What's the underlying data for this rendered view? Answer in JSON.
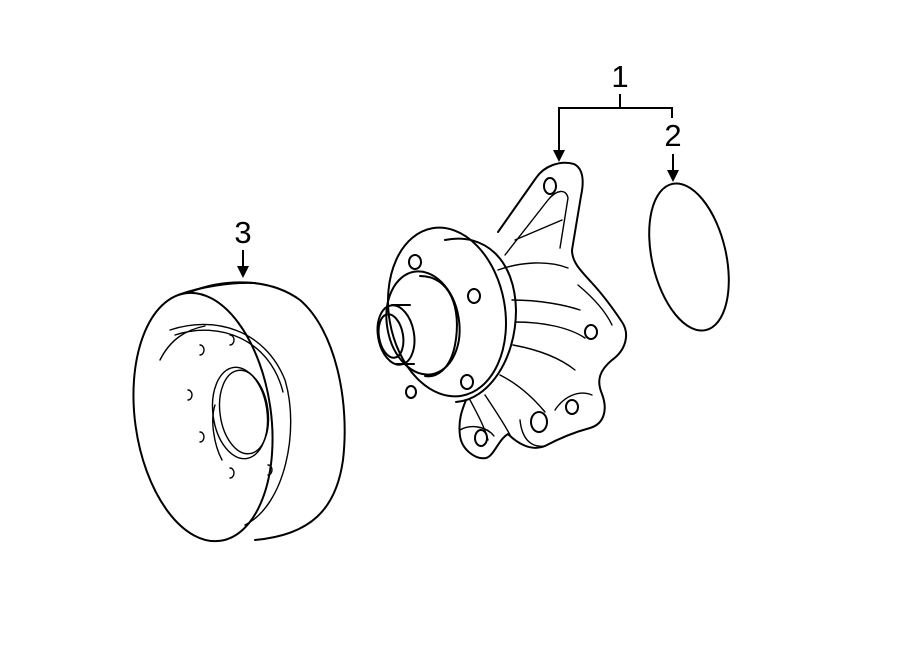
{
  "diagram": {
    "callouts": [
      {
        "id": "c1",
        "label": "1"
      },
      {
        "id": "c2",
        "label": "2"
      },
      {
        "id": "c3",
        "label": "3"
      }
    ]
  }
}
